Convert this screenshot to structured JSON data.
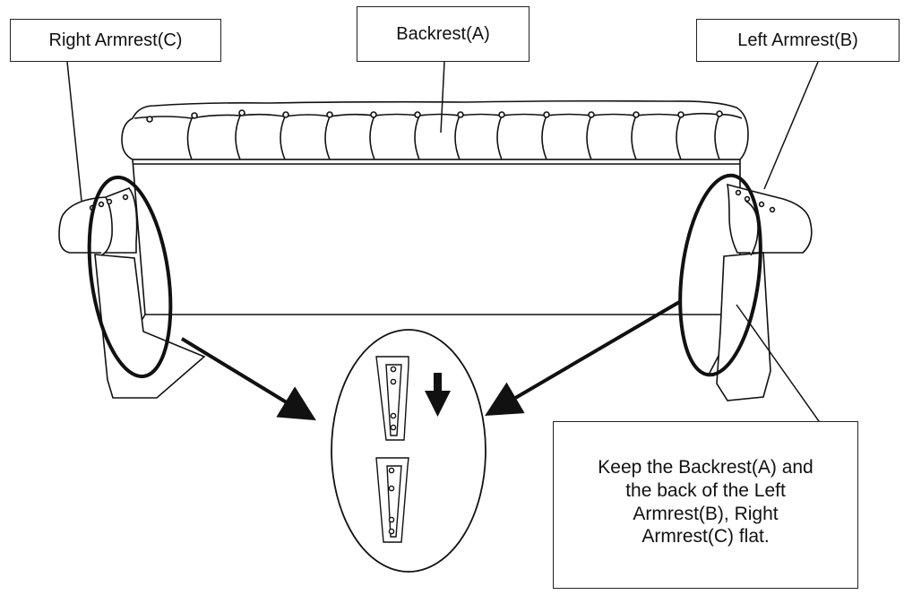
{
  "labels": {
    "right_armrest": "Right Armrest(C)",
    "backrest": "Backrest(A)",
    "left_armrest": "Left Armrest(B)"
  },
  "instruction": "Keep the Backrest(A) and\nthe back of the  Left\nArmrest(B),  Right\nArmrest(C) flat.",
  "colors": {
    "line": "#111111",
    "background": "#ffffff"
  },
  "icons": {
    "down_arrow": "down-arrow-icon"
  }
}
